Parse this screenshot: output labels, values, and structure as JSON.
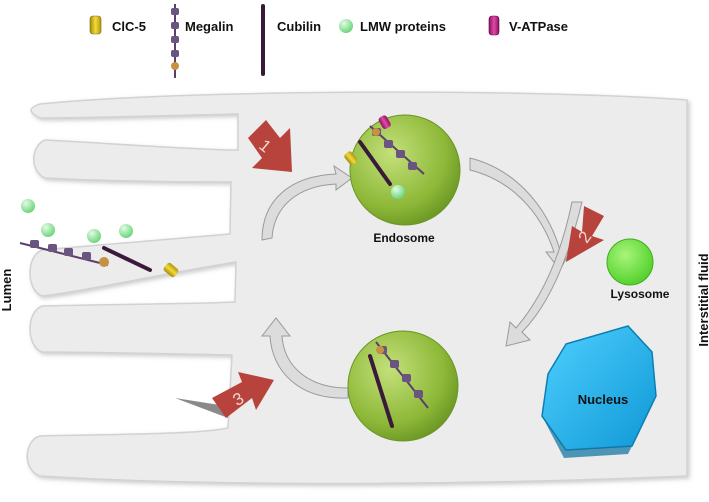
{
  "legend": [
    {
      "label": "ClC-5",
      "icon": "clc5-cylinder-icon",
      "color": "#e3c21a"
    },
    {
      "label": "Megalin",
      "icon": "megalin-receptor-icon",
      "color": "#5a3f6e"
    },
    {
      "label": "Cubilin",
      "icon": "cubilin-receptor-icon",
      "color": "#3a1a3a"
    },
    {
      "label": "LMW proteins",
      "icon": "lmw-protein-sphere-icon",
      "color": "#8fe59b"
    },
    {
      "label": "V-ATPase",
      "icon": "v-atpase-cylinder-icon",
      "color": "#c21f86"
    }
  ],
  "labels": {
    "lumen": "Lumen",
    "interstitial": "Interstitial fluid",
    "endosome": "Endosome",
    "lysosome": "Lysosome",
    "nucleus": "Nucleus"
  },
  "steps": [
    "1",
    "2",
    "3"
  ],
  "colors": {
    "cell": "#ececec",
    "cell_edge": "#d2d2d2",
    "vesicle": "#8db838",
    "lysosome": "#63e03c",
    "nucleus": "#19b4ec",
    "step_arrow": "#b8433c",
    "cycle_arrow": "#dcdcdc"
  }
}
